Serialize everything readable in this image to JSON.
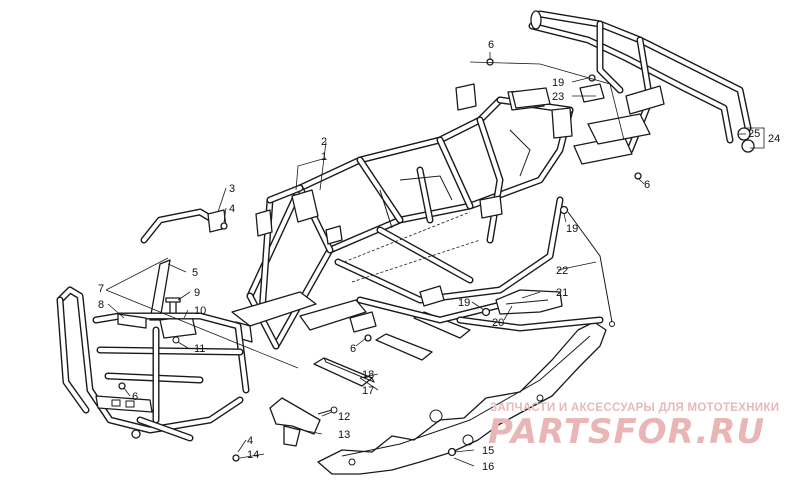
{
  "callouts": [
    "1",
    "2",
    "3",
    "4",
    "4",
    "5",
    "6",
    "6",
    "6",
    "6",
    "6",
    "7",
    "8",
    "9",
    "10",
    "11",
    "12",
    "13",
    "14",
    "15",
    "16",
    "17",
    "18",
    "19",
    "19",
    "19",
    "20",
    "21",
    "22",
    "23",
    "24",
    "25"
  ],
  "watermark": {
    "tagline": "ЗАПЧАСТИ И АКСЕССУАРЫ ДЛЯ МОТОТЕХНИКИ",
    "brand": "PARTSFOR.RU"
  }
}
